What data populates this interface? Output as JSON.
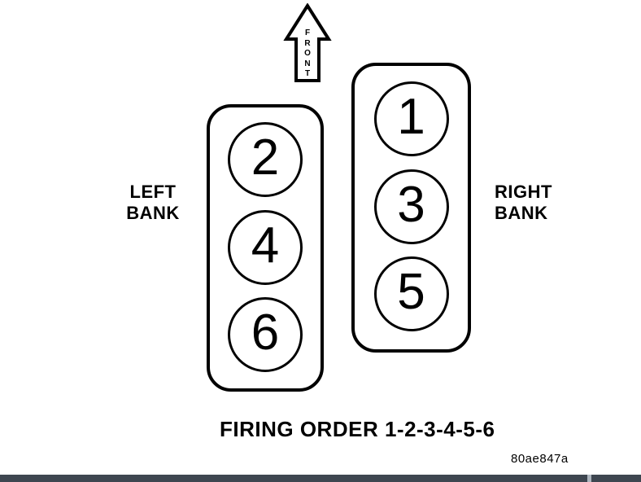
{
  "figure": {
    "front_arrow": {
      "label": "FRONT",
      "letters": [
        "F",
        "R",
        "O",
        "N",
        "T"
      ]
    },
    "left_bank": {
      "label_line1": "LEFT",
      "label_line2": "BANK",
      "cylinders": [
        "2",
        "4",
        "6"
      ]
    },
    "right_bank": {
      "label_line1": "RIGHT",
      "label_line2": "BANK",
      "cylinders": [
        "1",
        "3",
        "5"
      ]
    },
    "caption": "FIRING ORDER 1-2-3-4-5-6",
    "figure_code": "80ae847a",
    "firing_order_sequence": "1-2-3-4-5-6"
  },
  "colors": {
    "ink": "#000000",
    "background": "#ffffff",
    "bottom_bar": "#3e4650",
    "bottom_bar_notch": "#aeb6bf"
  }
}
